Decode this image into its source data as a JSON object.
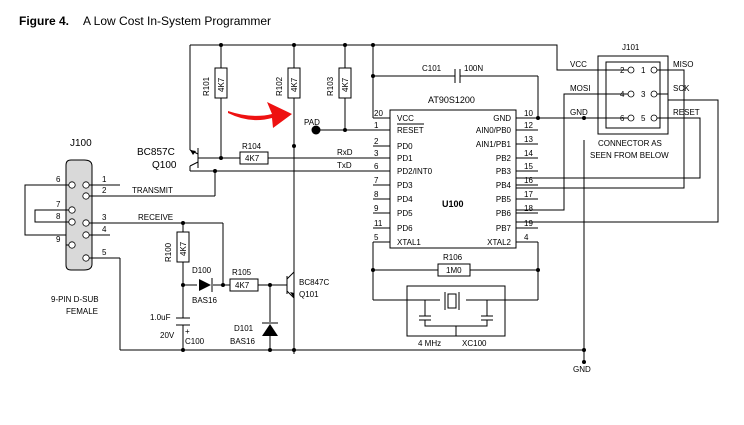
{
  "figure": {
    "number": "Figure 4.",
    "title": "A Low Cost In-System Programmer"
  },
  "mcu": {
    "ref": "U100",
    "part": "AT90S1200",
    "left_pins": [
      {
        "num": "20",
        "name": "VCC"
      },
      {
        "num": "1",
        "name": "RESET"
      },
      {
        "num": "2",
        "name": "PD0"
      },
      {
        "num": "3",
        "name": "PD1"
      },
      {
        "num": "6",
        "name": "PD2/INT0"
      },
      {
        "num": "7",
        "name": "PD3"
      },
      {
        "num": "8",
        "name": "PD4"
      },
      {
        "num": "9",
        "name": "PD5"
      },
      {
        "num": "11",
        "name": "PD6"
      },
      {
        "num": "5",
        "name": "XTAL1"
      }
    ],
    "right_pins": [
      {
        "num": "10",
        "name": "GND"
      },
      {
        "num": "12",
        "name": "AIN0/PB0"
      },
      {
        "num": "13",
        "name": "AIN1/PB1"
      },
      {
        "num": "14",
        "name": "PB2"
      },
      {
        "num": "15",
        "name": "PB3"
      },
      {
        "num": "16",
        "name": "PB4"
      },
      {
        "num": "17",
        "name": "PB5"
      },
      {
        "num": "18",
        "name": "PB6"
      },
      {
        "num": "19",
        "name": "PB7"
      },
      {
        "num": "4",
        "name": "XTAL2"
      }
    ]
  },
  "connector_j101": {
    "ref": "J101",
    "caption_line1": "CONNECTOR AS",
    "caption_line2": "SEEN FROM BELOW",
    "pins": [
      "2",
      "4",
      "6",
      "1",
      "3",
      "5"
    ],
    "left_labels": [
      "VCC",
      "MOSI",
      "GND"
    ],
    "right_labels": [
      "MISO",
      "SCK",
      "RESET"
    ]
  },
  "dsub": {
    "ref": "J100",
    "caption_line1": "9-PIN D-SUB",
    "caption_line2": "FEMALE",
    "pins": [
      "1",
      "2",
      "3",
      "4",
      "5",
      "6",
      "7",
      "8",
      "9"
    ]
  },
  "resistors": [
    {
      "ref": "R101",
      "value": "4K7"
    },
    {
      "ref": "R102",
      "value": "4K7"
    },
    {
      "ref": "R103",
      "value": "4K7"
    },
    {
      "ref": "R104",
      "value": "4K7"
    },
    {
      "ref": "R100",
      "value": "4K7"
    },
    {
      "ref": "R105",
      "value": "4K7"
    },
    {
      "ref": "R106",
      "value": "1M0"
    }
  ],
  "capacitor_c101": {
    "ref": "C101",
    "value": "100N"
  },
  "capacitor_c100": {
    "ref": "C100",
    "value": "1.0uF",
    "voltage": "20V",
    "polarity": "+"
  },
  "transistor_q100": {
    "ref": "Q100",
    "part": "BC857C"
  },
  "transistor_q101": {
    "ref": "Q101",
    "part": "BC847C"
  },
  "diode_d100": {
    "ref": "D100",
    "part": "BAS16"
  },
  "diode_d101": {
    "ref": "D101",
    "part": "BAS16"
  },
  "crystal": {
    "freq": "4 MHz",
    "ref": "XC100"
  },
  "nets": {
    "pad": "PAD",
    "transmit": "TRANSMIT",
    "receive": "RECEIVE",
    "rxd": "RxD",
    "txd": "TxD",
    "gnd": "GND"
  },
  "colors": {
    "annotation_arrow": "#ee1111",
    "ink": "#000000"
  }
}
